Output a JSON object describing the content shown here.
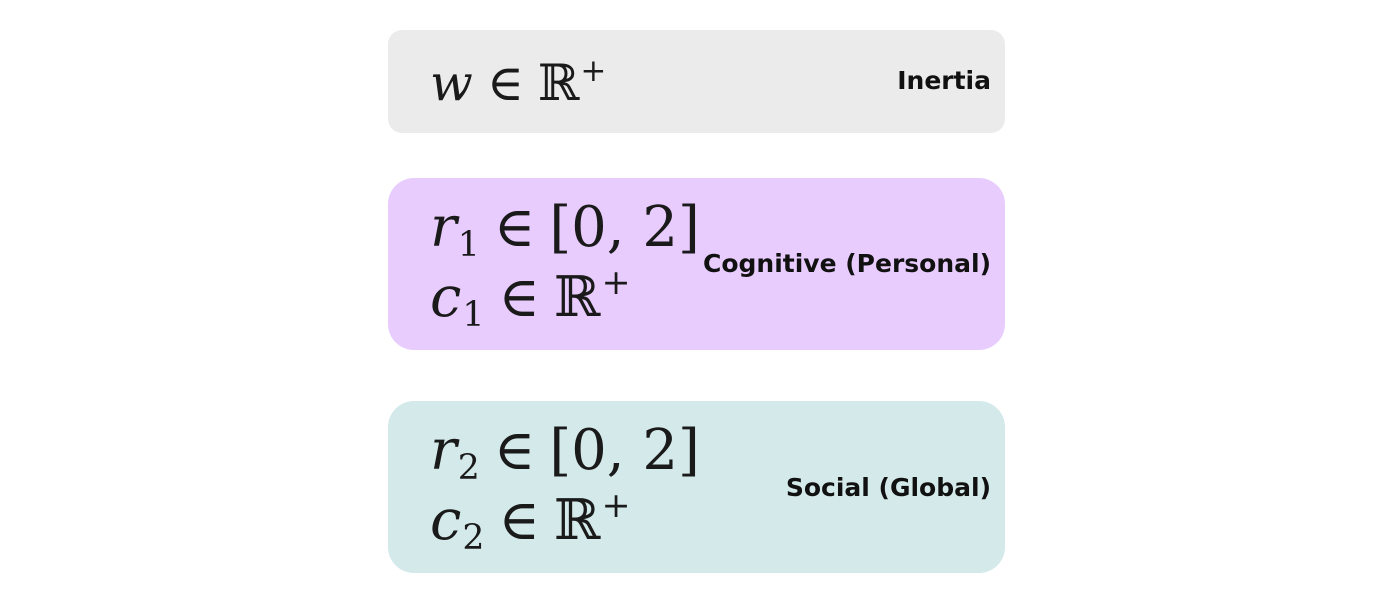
{
  "colors": {
    "inertia_bg": "#ebebeb",
    "cognitive_bg": "#e8ccfd",
    "social_bg": "#d4e9ea"
  },
  "inertia": {
    "label": "Inertia",
    "row1": {
      "var": "w",
      "op": "∈",
      "set": "ℝ",
      "sup": "+"
    }
  },
  "cognitive": {
    "label": "Cognitive (Personal)",
    "row1": {
      "var": "r",
      "sub": "1",
      "op": "∈",
      "interval": "[0, 2]"
    },
    "row2": {
      "var": "c",
      "sub": "1",
      "op": "∈",
      "set": "ℝ",
      "sup": "+"
    }
  },
  "social": {
    "label": "Social (Global)",
    "row1": {
      "var": "r",
      "sub": "2",
      "op": "∈",
      "interval": "[0, 2]"
    },
    "row2": {
      "var": "c",
      "sub": "2",
      "op": "∈",
      "set": "ℝ",
      "sup": "+"
    }
  }
}
